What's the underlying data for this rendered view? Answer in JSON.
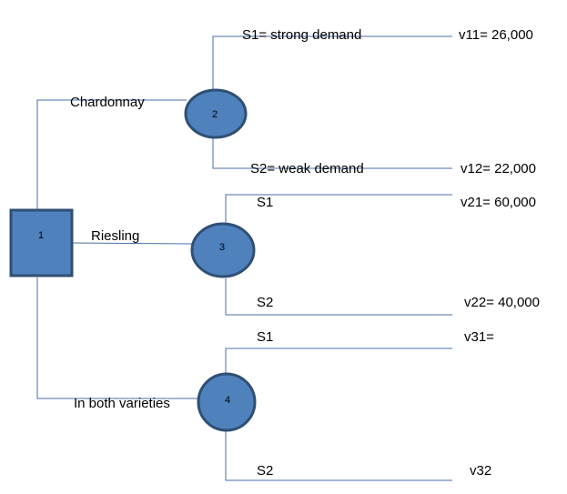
{
  "nodes": {
    "decision": {
      "label": "1"
    },
    "chance_chardonnay": {
      "label": "2"
    },
    "chance_riesling": {
      "label": "3"
    },
    "chance_both": {
      "label": "4"
    }
  },
  "branches": {
    "chardonnay": "Chardonnay",
    "riesling": "Riesling",
    "both": "In both varieties"
  },
  "outcomes": {
    "n2_s1": {
      "state": "S1= strong demand",
      "value": "v11= 26,000"
    },
    "n2_s2": {
      "state": "S2= weak demand",
      "value": "v12= 22,000"
    },
    "n3_s1": {
      "state": "S1",
      "value": "v21= 60,000"
    },
    "n3_s2": {
      "state": "S2",
      "value": "v22= 40,000"
    },
    "n4_s1": {
      "state": "S1",
      "value": "v31="
    },
    "n4_s2": {
      "state": "S2",
      "value": "v32"
    }
  },
  "colors": {
    "line": "#4a6fa5",
    "node_fill": "#4f81bd",
    "node_stroke": "#2f4f74"
  }
}
